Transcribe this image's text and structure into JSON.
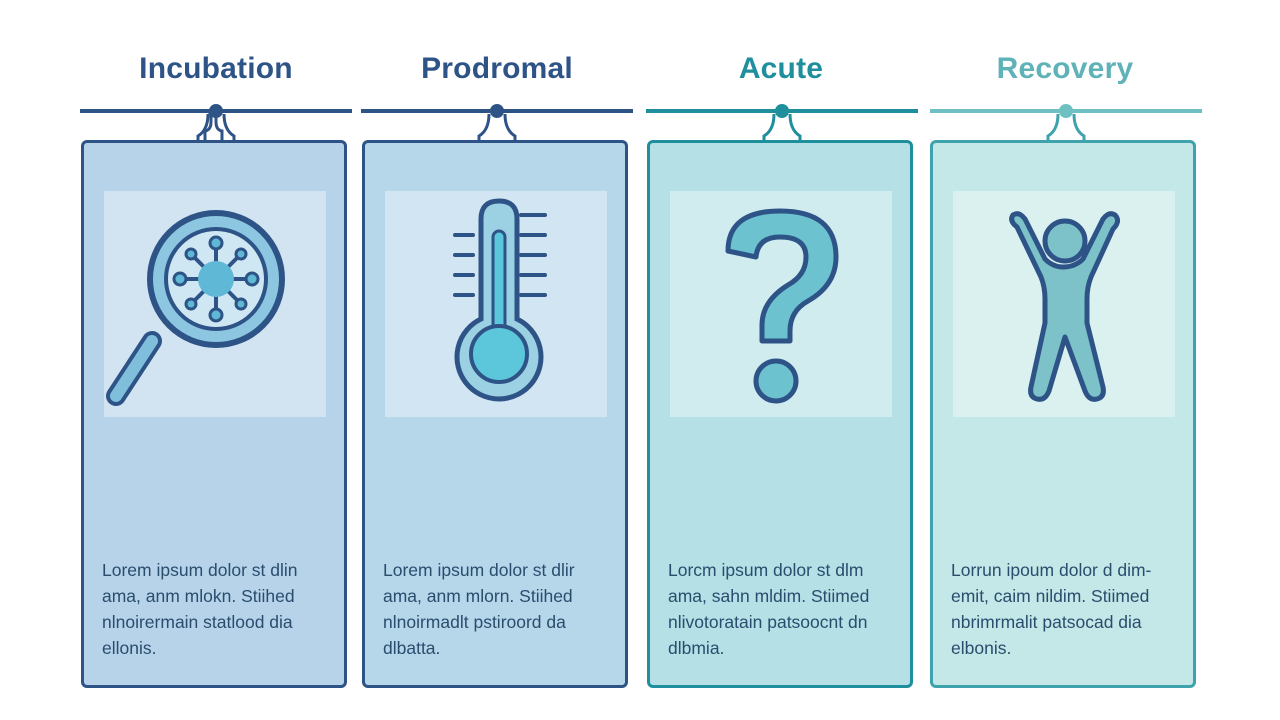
{
  "stages": [
    {
      "id": "incubation",
      "title": "Incubation",
      "icon": "magnifier-virus-icon",
      "color": "#2e5487",
      "fill": "#b6d3ea",
      "text_lines": [
        "Lorem ipsum dolor st dlin",
        "ama, anm mlokn. Stiihed",
        "nlnoirermain statlood dia",
        "ellonis."
      ]
    },
    {
      "id": "prodromal",
      "title": "Prodromal",
      "icon": "thermometer-icon",
      "color": "#2e5487",
      "fill": "#b6d6ea",
      "text_lines": [
        "Lorem ipsum dolor st dlir",
        "ama, anm mlorn. Stiihed",
        "nlnoirmadlt pstiroord da",
        "dlbatta."
      ]
    },
    {
      "id": "acute",
      "title": "Acute",
      "icon": "question-mark-icon",
      "color": "#1f8f9e",
      "fill": "#b4e0e6",
      "text_lines": [
        "Lorcm ipsum dolor st dlm",
        "ama, sahn mldim. Stiimed",
        "nlivotoratain patsoocnt dn",
        "dlbmia."
      ]
    },
    {
      "id": "recovery",
      "title": "Recovery",
      "icon": "person-arms-up-icon",
      "color": "#3fa3ad",
      "fill": "#c4e8e7",
      "text_lines": [
        "Lorrun ipoum dolor d dim-",
        "emit, caim nildim. Stiimed",
        "nbrimrmalit patsocad dia",
        "elbonis."
      ]
    }
  ]
}
